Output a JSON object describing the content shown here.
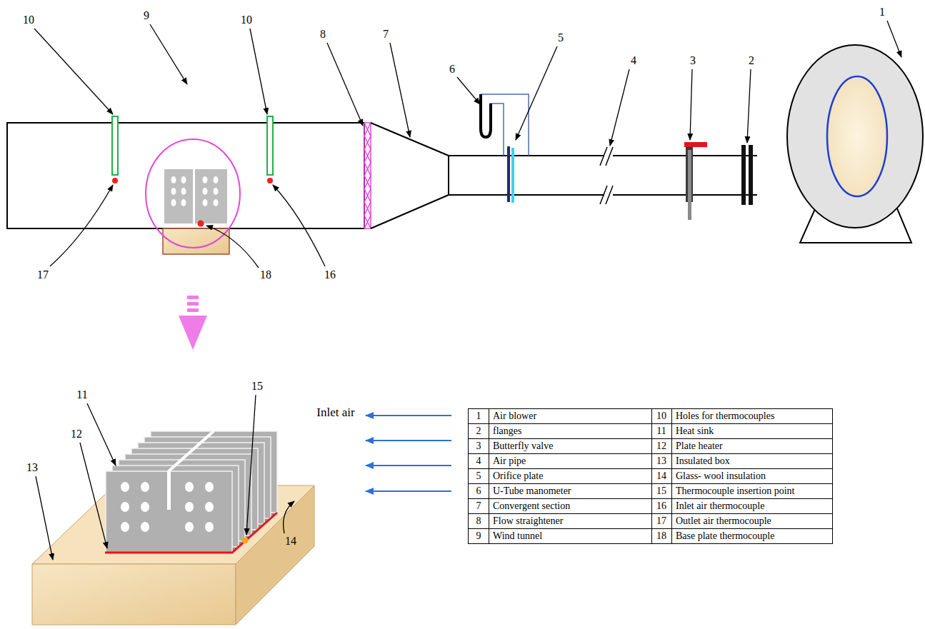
{
  "diagram": {
    "labels": [
      "10",
      "9",
      "10",
      "8",
      "7",
      "6",
      "5",
      "4",
      "3",
      "2",
      "1",
      "17",
      "16",
      "18",
      "11",
      "15",
      "12",
      "13",
      "14",
      "Inlet air",
      "1",
      "Air blower",
      "10",
      "Holes for thermocouples",
      "2",
      "flanges",
      "11",
      "Heat sink",
      "3",
      "Butterfly valve",
      "12",
      "Plate heater",
      "4",
      "Air pipe",
      "13",
      "Insulated box",
      "5",
      "Orifice plate",
      "14",
      "Glass- wool insulation",
      "6",
      "U-Tube manometer",
      "15",
      "Thermocouple insertion point",
      "7",
      "Convergent section",
      "16",
      "Inlet air thermocouple",
      "8",
      "Flow straightener",
      "17",
      "Outlet air thermocouple",
      "9",
      "Wind tunnel",
      "18",
      "Base plate thermocouple"
    ]
  }
}
